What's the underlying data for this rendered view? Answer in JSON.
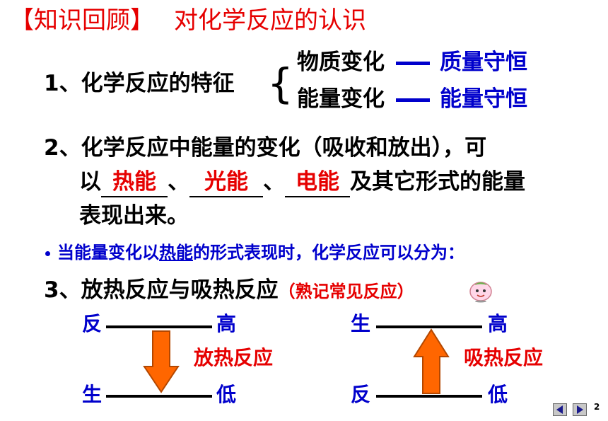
{
  "title": {
    "bracket_part": "【知识回顾】",
    "main": "对化学反应的认识"
  },
  "section1": {
    "label": "1、化学反应的特征",
    "brace": "{",
    "rows": [
      {
        "left": "物质变化",
        "right": "质量守恒"
      },
      {
        "left": "能量变化",
        "right": "能量守恒"
      }
    ]
  },
  "section2": {
    "line1": "2、化学反应中能量的变化（吸收和放出），可",
    "line2_prefix": "以",
    "blank1": "热能",
    "sep1": "、",
    "blank2": "光能",
    "sep2": "、",
    "blank3": "电能",
    "line2_suffix": "及其它形式的能量",
    "line3": "表现出来。"
  },
  "bullet": {
    "pre": "当能量变化以",
    "underlined": "热能",
    "post": "的形式表现时，化学反应可以分为："
  },
  "section3": {
    "label": "3、放热反应与吸热反应",
    "note": "（熟记常见反应）"
  },
  "diagram_exo": {
    "top_left": "反",
    "top_right": "高",
    "label": "放热反应",
    "bottom_left": "生",
    "bottom_right": "低"
  },
  "diagram_endo": {
    "top_left": "生",
    "top_right": "高",
    "label": "吸热反应",
    "bottom_left": "反",
    "bottom_right": "低"
  },
  "colors": {
    "red": "#e60000",
    "blue": "#0000cc",
    "arrow_fill": "#ff6600",
    "arrow_stroke": "#b34700"
  },
  "icons": [
    "smiley-face-icon",
    "previous-slide-icon",
    "next-slide-icon"
  ],
  "page_number": "2"
}
